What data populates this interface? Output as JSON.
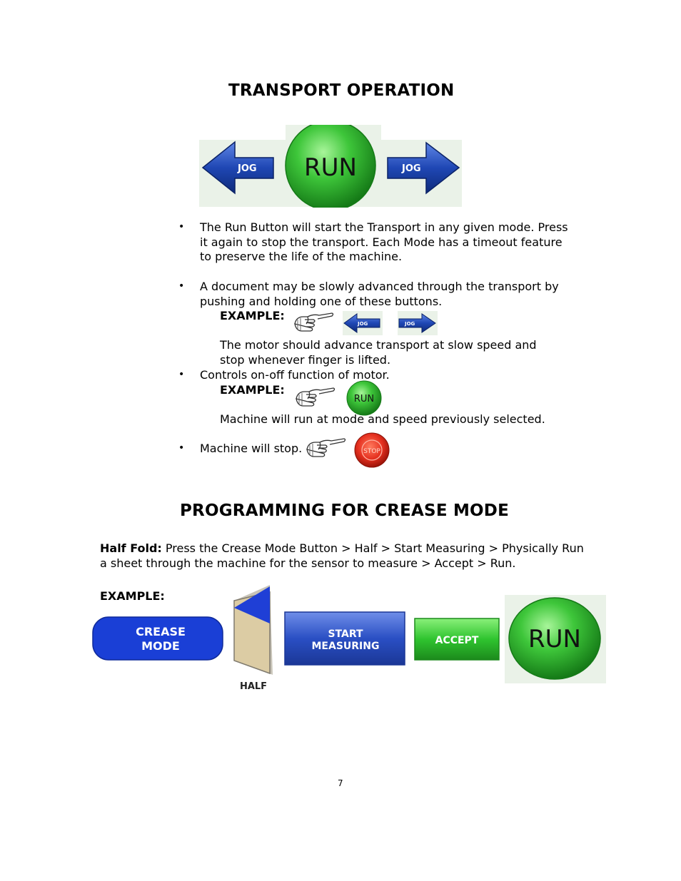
{
  "sections": {
    "transport": {
      "heading": "TRANSPORT OPERATION",
      "buttons": {
        "jog_left": "JOG",
        "run": "RUN",
        "jog_right": "JOG"
      },
      "bullets": [
        "The Run Button will start the Transport in any given mode. Press it again to stop the transport.  Each Mode has a timeout feature to preserve the life of the machine.",
        "A document may be slowly advanced through the transport by pushing and holding one of these buttons.",
        "Controls on-off function of motor.",
        "Machine will stop."
      ],
      "example_label": "EXAMPLE:",
      "jog_note": "The motor should advance transport at slow speed and stop whenever finger is lifted.",
      "run_note": "Machine will run at mode and speed previously selected.",
      "small_jog": "JOG",
      "small_run": "RUN",
      "stop_label": "STOP"
    },
    "crease": {
      "heading": "PROGRAMMING FOR CREASE MODE",
      "half_fold_label": "Half Fold:",
      "half_fold_text": " Press the Crease Mode Button > Half > Start Measuring > Physically Run a sheet through the machine for the sensor to measure > Accept > Run.",
      "example_label": "EXAMPLE:",
      "buttons": {
        "crease_line1": "CREASE",
        "crease_line2": "MODE",
        "half": "HALF",
        "start_line1": "START",
        "start_line2": "MEASURING",
        "accept": "ACCEPT",
        "run": "RUN"
      }
    }
  },
  "colors": {
    "jog_blue": "#1f3fa8",
    "run_green": "#2fb02f",
    "stop_red": "#e5301f",
    "crease_blue": "#1a3fd6",
    "accept_green": "#2fc42f"
  },
  "page_number": "7"
}
